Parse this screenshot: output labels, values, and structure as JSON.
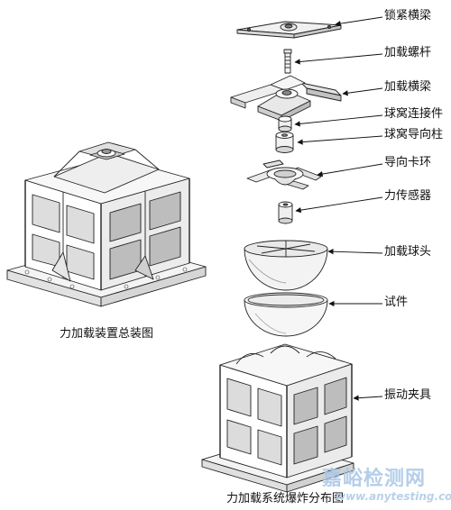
{
  "labels": {
    "lock_beam": "锁紧横梁",
    "loading_screw": "加载螺杆",
    "loading_beam": "加载横梁",
    "socket_connector": "球窝连接件",
    "socket_guide_post": "球窝导向柱",
    "guide_ring": "导向卡环",
    "force_sensor": "力传感器",
    "loading_ball_head": "加载球头",
    "specimen": "试件",
    "vibration_fixture": "振动夹具"
  },
  "captions": {
    "assembly": "力加载装置总装图",
    "exploded": "力加载系统爆炸分布图"
  },
  "watermark": {
    "main": "嘉峪检测网",
    "sub": "www.anytesting.com"
  },
  "colors": {
    "line": "#222222",
    "arrow": "#111111",
    "watermark": "#a8c6e6"
  }
}
